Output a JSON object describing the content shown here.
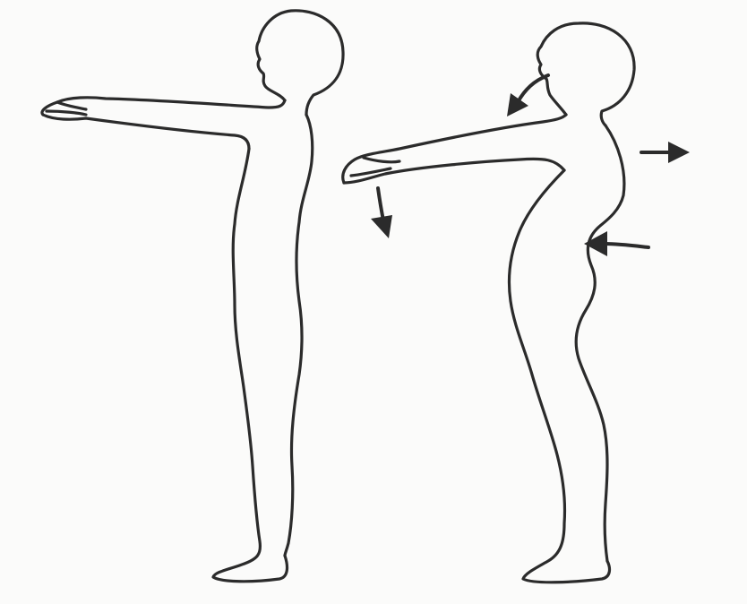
{
  "figures": [
    {
      "name": "upright-posture-figure"
    },
    {
      "name": "compensated-posture-figure"
    }
  ],
  "arrows": [
    {
      "name": "head-forward-arrow",
      "direction": "down-left"
    },
    {
      "name": "arms-drop-arrow",
      "direction": "down"
    },
    {
      "name": "upper-back-backward-arrow",
      "direction": "right"
    },
    {
      "name": "lumbar-forward-arrow",
      "direction": "left"
    }
  ],
  "colors": {
    "line": "#2b2b2b",
    "background": "#fbfbfa"
  }
}
